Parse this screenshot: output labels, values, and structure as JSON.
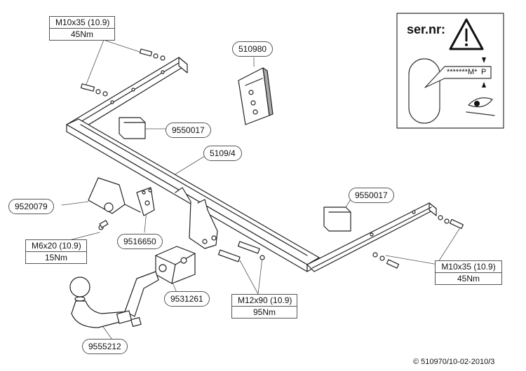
{
  "labels": {
    "bolt_top": {
      "spec": "M10x35 (10.9)",
      "torque": "45Nm"
    },
    "part_510980": "510980",
    "spacer_top": "9550017",
    "crossbar": "5109/4",
    "spacer_right": "9550017",
    "bracket": "9520079",
    "bolt_small": {
      "spec": "M6x20 (10.9)",
      "torque": "15Nm"
    },
    "socket_plate": "9516650",
    "bolt_right": {
      "spec": "M10x35 (10.9)",
      "torque": "45Nm"
    },
    "clamp": "9531261",
    "bolt_main": {
      "spec": "M12x90 (10.9)",
      "torque": "95Nm"
    },
    "ball": "9555212"
  },
  "warning": {
    "title": "ser.nr:",
    "serial": "*******M*",
    "suffix": "P",
    "icon": "warning-triangle-icon",
    "eye_icon": "eye-icon"
  },
  "footer": "© 510970/10-02-2010/3"
}
